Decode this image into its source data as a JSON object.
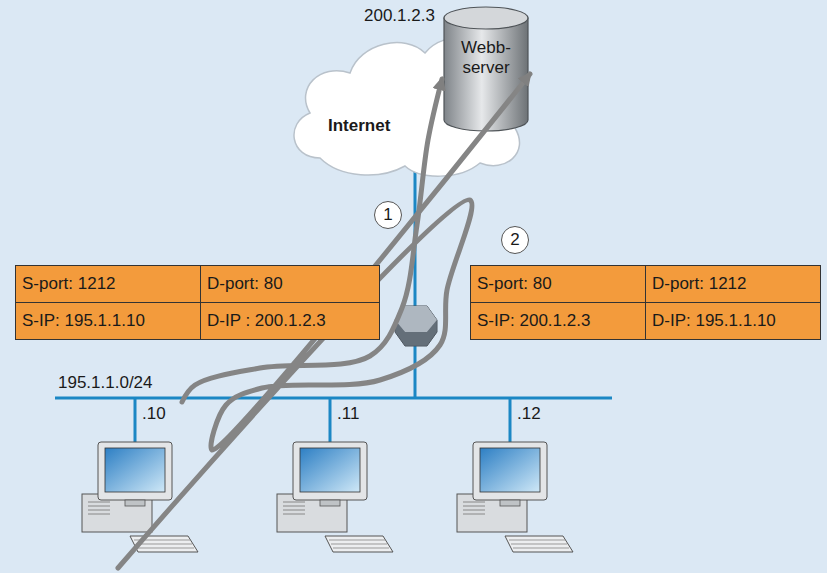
{
  "diagram": {
    "nodes": [
      {
        "text": [
          "Internet"
        ]
      },
      {
        "text": [
          "200.1.2.3",
          "Webb-server"
        ]
      },
      {
        "text": [
          ".10"
        ]
      },
      {
        "text": [
          ".11"
        ]
      },
      {
        "text": [
          ".12"
        ]
      }
    ],
    "edges": [
      {
        "from": 2,
        "to": 1,
        "arrow": "to",
        "label": "1"
      },
      {
        "from": 1,
        "to": 2,
        "arrow": "to",
        "label": "2"
      }
    ],
    "labels": [
      "195.1.1.0/24",
      "S-port: 1212",
      "D-port: 80",
      "S-IP: 195.1.1.10",
      "D-IP : 200.1.2.3",
      "S-port: 80",
      "D-port: 1212",
      "S-IP: 200.1.2.3",
      "D-IP: 195.1.1.10"
    ]
  }
}
